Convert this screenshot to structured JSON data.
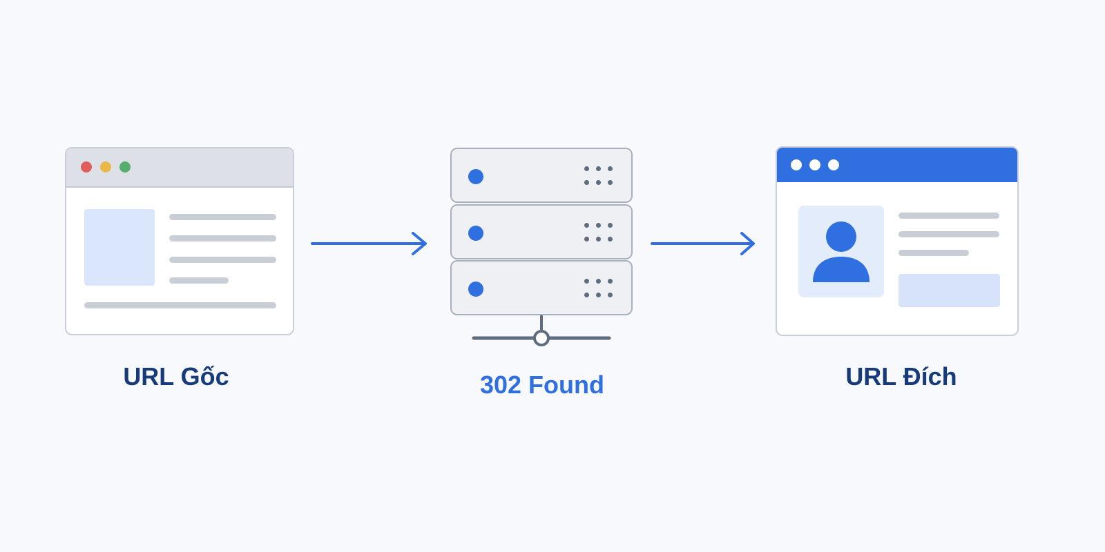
{
  "nodes": {
    "source_label": "URL Gốc",
    "server_label": "302 Found",
    "target_label": "URL Đích"
  },
  "colors": {
    "accent": "#2f6fe0",
    "label_dark": "#163a7a",
    "background": "#f7f9fc",
    "dot_red": "#e05d5d",
    "dot_yellow": "#e8b949",
    "dot_green": "#55ad6e"
  },
  "icons": [
    "browser-window-icon",
    "server-rack-icon",
    "user-avatar-icon",
    "arrow-right-icon"
  ]
}
